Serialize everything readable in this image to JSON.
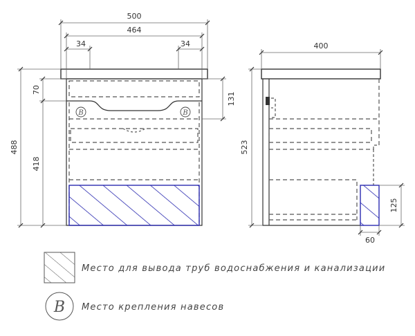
{
  "dimensions": {
    "front_overall_width": "500",
    "front_inner_width": "464",
    "front_left_offset": "34",
    "front_right_offset": "34",
    "front_top_height": "70",
    "front_drawer_height": "131",
    "front_total_height": "488",
    "front_lower_height": "418",
    "side_depth": "400",
    "side_height": "523",
    "pipe_zone_height": "125",
    "pipe_zone_depth": "60"
  },
  "markers": {
    "mount_left": "B",
    "mount_right": "B"
  },
  "legend": {
    "pipe_zone_text": "Место для вывода труб водоснабжения и канализации",
    "mount_symbol": "B",
    "mount_text": "Место крепления навесов"
  },
  "colors": {
    "line": "#333333",
    "hatch": "#2a2ab0",
    "dim_line": "#666666"
  }
}
